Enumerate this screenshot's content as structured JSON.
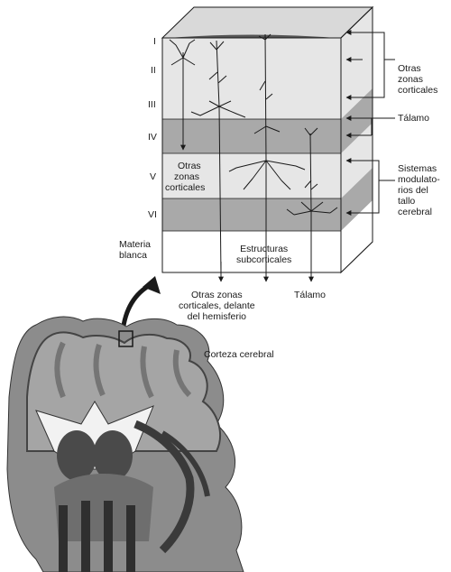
{
  "layers": {
    "I": "I",
    "II": "II",
    "III": "III",
    "IV": "IV",
    "V": "V",
    "VI": "VI"
  },
  "labels": {
    "materia_blanca": [
      "Materia",
      "blanca"
    ],
    "otras_zonas_inner": [
      "Otras",
      "zonas",
      "corticales"
    ],
    "estructuras_subcorticales": [
      "Estructuras",
      "subcorticales"
    ],
    "otras_zonas_delante": [
      "Otras zonas",
      "corticales, delante",
      "del hemisferio"
    ],
    "talamo_bottom": "Tálamo",
    "otras_zonas_right": [
      "Otras",
      "zonas",
      "corticales"
    ],
    "talamo_right": "Tálamo",
    "sistemas": [
      "Sistemas",
      "modulato-",
      "rios del",
      "tallo",
      "cerebral"
    ],
    "corteza_cerebral": "Corteza cerebral"
  },
  "colors": {
    "light_layer": "#e6e6e6",
    "dark_layer": "#a9a9a9",
    "white_matter": "#ffffff",
    "brain_gray": "#8c8c8c",
    "brain_dark": "#4a4a4a",
    "line": "#1a1a1a"
  }
}
